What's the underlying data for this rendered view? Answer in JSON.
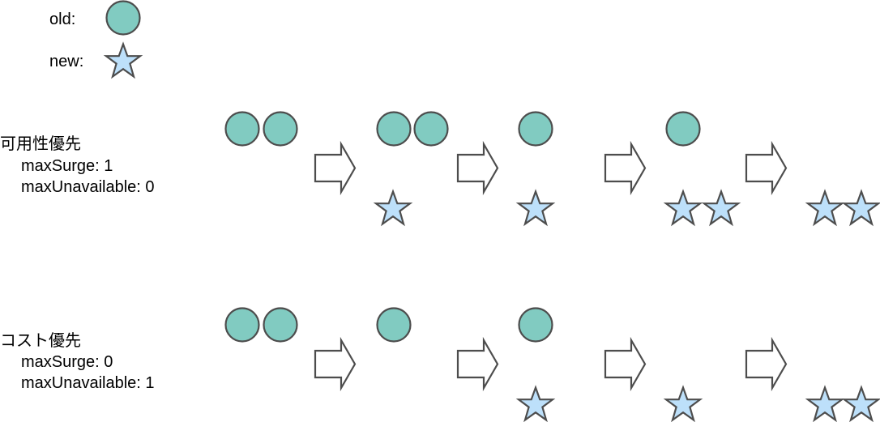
{
  "legend": {
    "old_label": "old:",
    "new_label": "new:",
    "old_shape": "circle",
    "new_shape": "star"
  },
  "colors": {
    "old_fill": "#81cbc1",
    "new_fill": "#bde0fa",
    "stroke": "#4d4d4d",
    "arrow_fill": "#ffffff"
  },
  "scenarios": [
    {
      "title": "可用性優先",
      "max_surge": "maxSurge: 1",
      "max_unavailable": "maxUnavailable: 0",
      "steps": [
        {
          "old": 2,
          "new": 0
        },
        {
          "old": 2,
          "new": 1
        },
        {
          "old": 1,
          "new": 1
        },
        {
          "old": 1,
          "new": 2
        },
        {
          "old": 0,
          "new": 2
        }
      ]
    },
    {
      "title": "コスト優先",
      "max_surge": "maxSurge: 0",
      "max_unavailable": "maxUnavailable: 1",
      "steps": [
        {
          "old": 2,
          "new": 0
        },
        {
          "old": 1,
          "new": 0
        },
        {
          "old": 1,
          "new": 1
        },
        {
          "old": 0,
          "new": 1
        },
        {
          "old": 0,
          "new": 2
        }
      ]
    }
  ]
}
